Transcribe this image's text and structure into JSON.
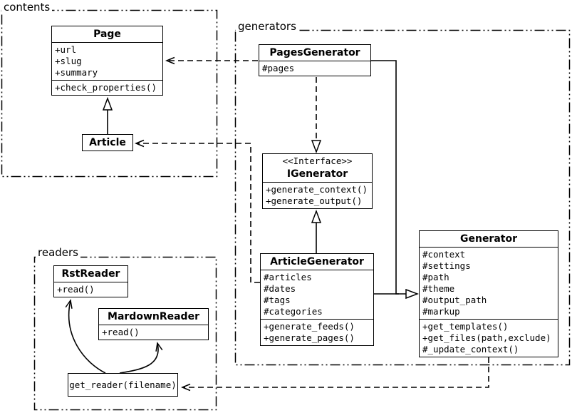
{
  "colors": {
    "ink": "#000000",
    "background": "#ffffff"
  },
  "packages": {
    "contents": "contents",
    "generators": "generators",
    "readers": "readers"
  },
  "classes": {
    "page": {
      "name": "Page",
      "attributes": [
        "+url",
        "+slug",
        "+summary"
      ],
      "methods": [
        "+check_properties()"
      ]
    },
    "article": {
      "name": "Article"
    },
    "pagesGenerator": {
      "name": "PagesGenerator",
      "attributes": [
        "#pages"
      ]
    },
    "igenerator": {
      "stereotype": "<<Interface>>",
      "name": "IGenerator",
      "methods": [
        "+generate_context()",
        "+generate_output()"
      ]
    },
    "articleGenerator": {
      "name": "ArticleGenerator",
      "attributes": [
        "#articles",
        "#dates",
        "#tags",
        "#categories"
      ],
      "methods": [
        "+generate_feeds()",
        "+generate_pages()"
      ]
    },
    "generator": {
      "name": "Generator",
      "attributes": [
        "#context",
        "#settings",
        "#path",
        "#theme",
        "#output_path",
        "#markup"
      ],
      "methods": [
        "+get_templates()",
        "+get_files(path,exclude)",
        "#_update_context()"
      ]
    },
    "rstReader": {
      "name": "RstReader",
      "methods": [
        "+read()"
      ]
    },
    "markdownReader": {
      "name": "MardownReader",
      "methods": [
        "+read()"
      ]
    },
    "getReader": {
      "label": "get_reader(filename)"
    }
  }
}
